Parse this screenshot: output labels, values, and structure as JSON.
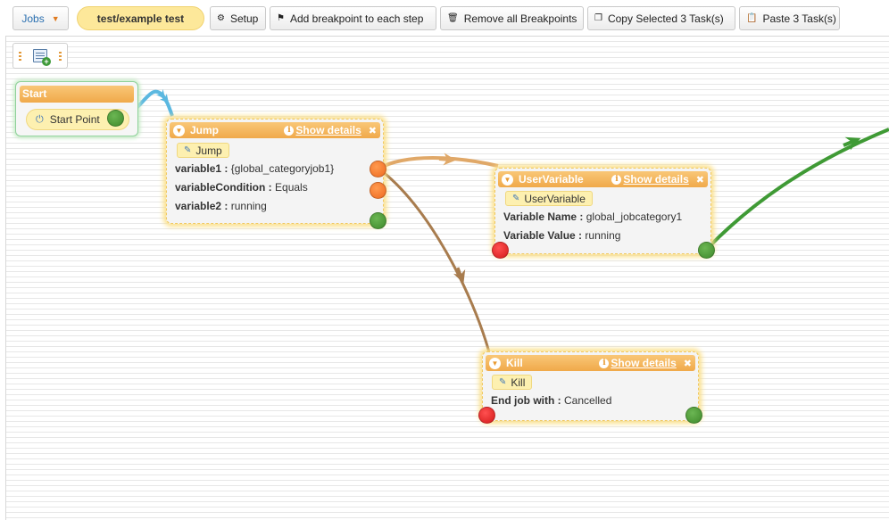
{
  "toolbar": {
    "jobs_label": "Jobs",
    "job_title": "test/example test",
    "setup_label": "Setup",
    "add_breakpoint_label": "Add breakpoint to each step",
    "remove_breakpoints_label": "Remove all Breakpoints",
    "copy_label": "Copy Selected 3 Task(s)",
    "paste_label": "Paste 3 Task(s)"
  },
  "start": {
    "header": "Start",
    "pill_label": "Start Point"
  },
  "nodes": {
    "jump": {
      "header": "Jump",
      "show_details": "Show details",
      "tag": "Jump",
      "props": [
        {
          "label": "variable1 :",
          "value": "{global_categoryjob1}"
        },
        {
          "label": "variableCondition :",
          "value": "Equals"
        },
        {
          "label": "variable2 :",
          "value": "running"
        }
      ]
    },
    "uservariable": {
      "header": "UserVariable",
      "show_details": "Show details",
      "tag": "UserVariable",
      "props": [
        {
          "label": "Variable Name :",
          "value": "global_jobcategory1"
        },
        {
          "label": "Variable Value :",
          "value": "running"
        }
      ]
    },
    "kill": {
      "header": "Kill",
      "show_details": "Show details",
      "tag": "Kill",
      "props": [
        {
          "label": "End job with :",
          "value": "Cancelled"
        }
      ]
    }
  },
  "colors": {
    "header_orange": "#f0a94a",
    "link_blue": "#5bb8e0",
    "link_tan": "#e0a868",
    "link_brown": "#a87c4e",
    "link_green": "#3f9a35"
  }
}
